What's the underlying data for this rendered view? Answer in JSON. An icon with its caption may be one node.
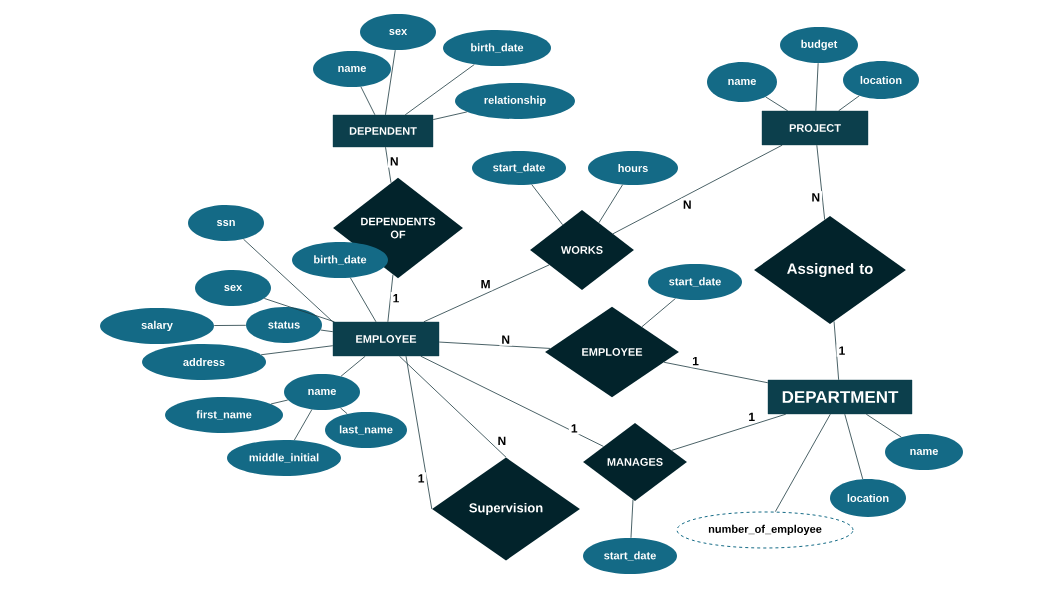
{
  "diagram": {
    "nodes": [
      {
        "text": [
          "DEPENDENT"
        ]
      },
      {
        "text": [
          "name"
        ]
      },
      {
        "text": [
          "sex"
        ]
      },
      {
        "text": [
          "birth_date"
        ]
      },
      {
        "text": [
          "relationship"
        ]
      },
      {
        "text": [
          "DEPENDENTS OF"
        ]
      },
      {
        "text": [
          "start_date"
        ]
      },
      {
        "text": [
          "hours"
        ]
      },
      {
        "text": [
          "WORKS"
        ]
      },
      {
        "text": [
          "PROJECT"
        ]
      },
      {
        "text": [
          "name"
        ]
      },
      {
        "text": [
          "budget"
        ]
      },
      {
        "text": [
          "location"
        ]
      },
      {
        "text": [
          "Assigned to"
        ]
      },
      {
        "text": [
          "ssn"
        ]
      },
      {
        "text": [
          "birth_date"
        ]
      },
      {
        "text": [
          "sex"
        ]
      },
      {
        "text": [
          "salary"
        ]
      },
      {
        "text": [
          "status"
        ]
      },
      {
        "text": [
          "address"
        ]
      },
      {
        "text": [
          "EMPLOYEE"
        ]
      },
      {
        "text": [
          "name"
        ]
      },
      {
        "text": [
          "first_name"
        ]
      },
      {
        "text": [
          "middle_initial"
        ]
      },
      {
        "text": [
          "last_name"
        ]
      },
      {
        "text": [
          "EMPLOYEE"
        ]
      },
      {
        "text": [
          "start_date"
        ]
      },
      {
        "text": [
          "DEPARTMENT"
        ]
      },
      {
        "text": [
          "MANAGES"
        ]
      },
      {
        "text": [
          "start_date"
        ]
      },
      {
        "text": [
          "Supervision"
        ]
      },
      {
        "text": [
          "name"
        ]
      },
      {
        "text": [
          "location"
        ]
      },
      {
        "text": [
          "number_of_employee"
        ]
      }
    ],
    "edges": [
      {
        "from": 0,
        "to": 1,
        "arrow": "none"
      },
      {
        "from": 0,
        "to": 2,
        "arrow": "none"
      },
      {
        "from": 0,
        "to": 3,
        "arrow": "none"
      },
      {
        "from": 0,
        "to": 4,
        "arrow": "none"
      },
      {
        "from": 0,
        "to": 5,
        "arrow": "none",
        "label": "N"
      },
      {
        "from": 5,
        "to": 20,
        "arrow": "none",
        "label": "1"
      },
      {
        "from": 8,
        "to": 6,
        "arrow": "none"
      },
      {
        "from": 8,
        "to": 7,
        "arrow": "none"
      },
      {
        "from": 20,
        "to": 8,
        "arrow": "none",
        "label": "M"
      },
      {
        "from": 8,
        "to": 9,
        "arrow": "none",
        "label": "N"
      },
      {
        "from": 9,
        "to": 10,
        "arrow": "none"
      },
      {
        "from": 9,
        "to": 11,
        "arrow": "none"
      },
      {
        "from": 9,
        "to": 12,
        "arrow": "none"
      },
      {
        "from": 9,
        "to": 13,
        "arrow": "none",
        "label": "N"
      },
      {
        "from": 13,
        "to": 27,
        "arrow": "none",
        "label": "1"
      },
      {
        "from": 20,
        "to": 14,
        "arrow": "none"
      },
      {
        "from": 20,
        "to": 15,
        "arrow": "none"
      },
      {
        "from": 20,
        "to": 16,
        "arrow": "none"
      },
      {
        "from": 17,
        "to": 18,
        "arrow": "none"
      },
      {
        "from": 20,
        "to": 18,
        "arrow": "none"
      },
      {
        "from": 20,
        "to": 19,
        "arrow": "none"
      },
      {
        "from": 20,
        "to": 21,
        "arrow": "none"
      },
      {
        "from": 21,
        "to": 22,
        "arrow": "none"
      },
      {
        "from": 21,
        "to": 23,
        "arrow": "none"
      },
      {
        "from": 21,
        "to": 24,
        "arrow": "none"
      },
      {
        "from": 20,
        "to": 25,
        "arrow": "none",
        "label": "N"
      },
      {
        "from": 25,
        "to": 26,
        "arrow": "none"
      },
      {
        "from": 25,
        "to": 27,
        "arrow": "none",
        "label": "1"
      },
      {
        "from": 20,
        "to": 28,
        "arrow": "none",
        "label": "1"
      },
      {
        "from": 28,
        "to": 27,
        "arrow": "none",
        "label": "1"
      },
      {
        "from": 28,
        "to": 29,
        "arrow": "none"
      },
      {
        "from": 20,
        "to": 30,
        "arrow": "none",
        "label": "1"
      },
      {
        "from": 20,
        "to": 30,
        "arrow": "none",
        "label": "N"
      },
      {
        "from": 27,
        "to": 31,
        "arrow": "none"
      },
      {
        "from": 27,
        "to": 32,
        "arrow": "none"
      },
      {
        "from": 27,
        "to": 33,
        "arrow": "none"
      }
    ]
  }
}
